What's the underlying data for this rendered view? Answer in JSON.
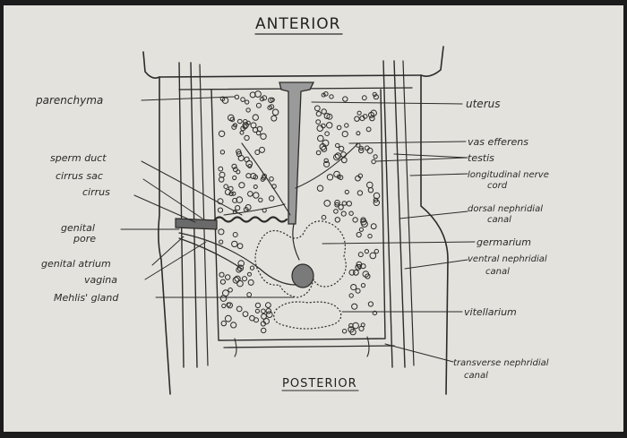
{
  "diagram": {
    "title_top": "ANTERIOR",
    "title_bottom": "POSTERIOR",
    "labels_left": {
      "parenchyma": "parenchyma",
      "sperm_duct": "sperm duct",
      "cirrus_sac": "cirrus sac",
      "cirrus": "cirrus",
      "genital_pore_1": "genital",
      "genital_pore_2": "pore",
      "genital_atrium": "genital atrium",
      "vagina": "vagina",
      "mehlis_gland": "Mehlis' gland"
    },
    "labels_right": {
      "uterus": "uterus",
      "vas_efferens": "vas efferens",
      "testis": "testis",
      "longitudinal_nerve_1": "longitudinal nerve",
      "longitudinal_nerve_2": "cord",
      "dorsal_nephridial_1": "dorsal nephridial",
      "dorsal_nephridial_2": "canal",
      "germarium": "germarium",
      "ventral_nephridial_1": "ventral nephridial",
      "ventral_nephridial_2": "canal",
      "vitellarium": "vitellarium",
      "transverse_nephridial_1": "transverse nephridial",
      "transverse_nephridial_2": "canal"
    }
  }
}
